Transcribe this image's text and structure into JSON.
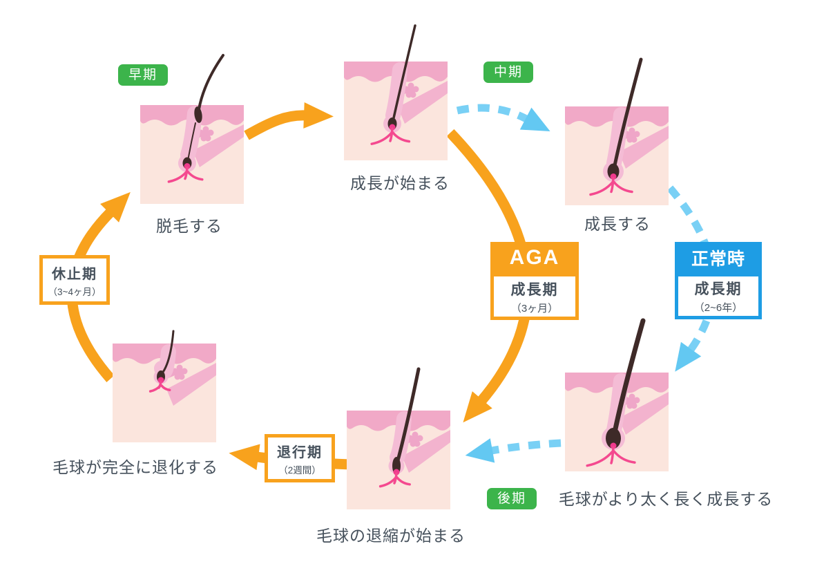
{
  "badges": {
    "early": "早期",
    "middle": "中期",
    "late": "後期"
  },
  "stages": [
    {
      "id": "shedding",
      "label": "脱毛する"
    },
    {
      "id": "growth-begins",
      "label": "成長が始まる"
    },
    {
      "id": "growing",
      "label": "成長する"
    },
    {
      "id": "bulb-thickens",
      "label": "毛球がより太く長く成長する"
    },
    {
      "id": "regression-begins",
      "label": "毛球の退縮が始まる"
    },
    {
      "id": "fully-degenerated",
      "label": "毛球が完全に退化する"
    }
  ],
  "callouts": {
    "aga": {
      "title": "AGA",
      "phase": "成長期",
      "duration": "（3ヶ月）"
    },
    "normal": {
      "title": "正常時",
      "phase": "成長期",
      "duration": "（2~6年）"
    },
    "telogen": {
      "phase": "休止期",
      "duration": "（3~4ヶ月）"
    },
    "catagen": {
      "phase": "退行期",
      "duration": "（2週間）"
    }
  },
  "colors": {
    "cycle_orange": "#F8A21D",
    "normal_blue_dash": "#79D0F5",
    "normal_blue_header": "#1E9DE4",
    "badge_green": "#3CB44B",
    "text_dark": "#46515C"
  }
}
